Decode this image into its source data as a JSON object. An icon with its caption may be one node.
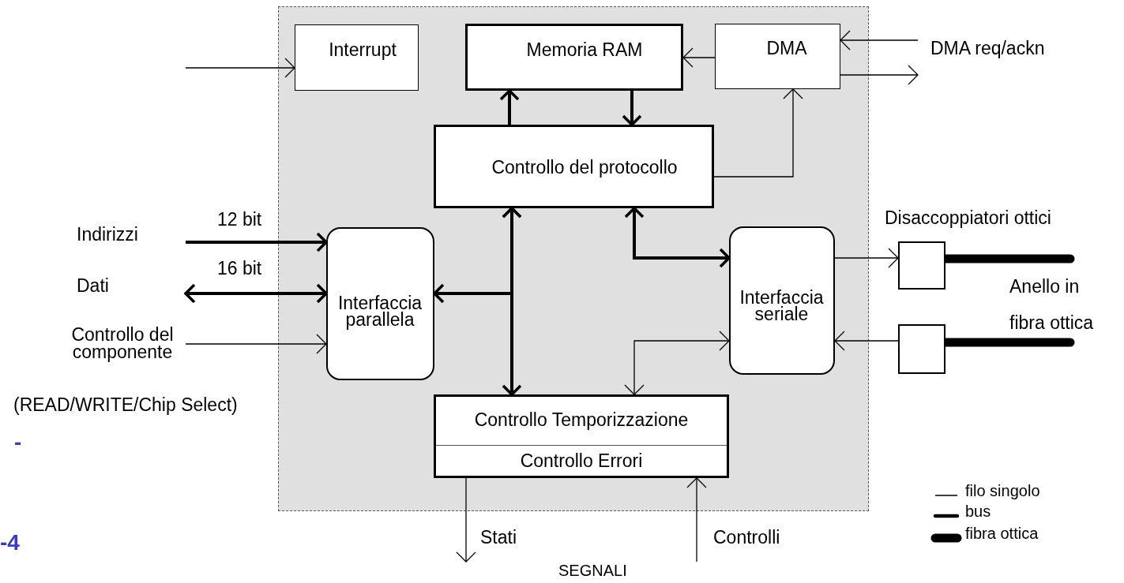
{
  "diagram": {
    "nodes": [
      {
        "text": [],
        "shape": "box"
      },
      {
        "text": [
          "Interrupt"
        ],
        "in": 0
      },
      {
        "text": [
          "Memoria RAM"
        ],
        "in": 0
      },
      {
        "text": [
          "DMA"
        ],
        "in": 0
      },
      {
        "text": [
          "Controllo del protocollo"
        ],
        "in": 0
      },
      {
        "text": [
          "Interfaccia parallela"
        ],
        "in": 0
      },
      {
        "text": [
          "Interfaccia seriale"
        ],
        "in": 0
      },
      {
        "text": [
          "Controllo Temporizzazione",
          "Controllo  Errori"
        ],
        "in": 0
      },
      {
        "text": [],
        "shape": "box"
      },
      {
        "text": [],
        "shape": "box"
      }
    ],
    "edges": [
      {
        "from": null,
        "to": 1,
        "arrow": "to"
      },
      {
        "from": 3,
        "to": 2,
        "arrow": "to"
      },
      {
        "from": null,
        "to": 3,
        "arrow": "to"
      },
      {
        "from": 3,
        "to": null,
        "arrow": "to"
      },
      {
        "from": 4,
        "to": 2,
        "arrow": "to",
        "style": "thick"
      },
      {
        "from": 2,
        "to": 4,
        "arrow": "to",
        "style": "thick"
      },
      {
        "from": 4,
        "to": 3,
        "arrow": "to"
      },
      {
        "from": null,
        "to": 5,
        "arrow": "to",
        "style": "thick",
        "label": "12 bit"
      },
      {
        "from": null,
        "to": 5,
        "arrow": "both",
        "style": "thick",
        "label": "16 bit"
      },
      {
        "from": null,
        "to": 5,
        "arrow": "to"
      },
      {
        "from": 4,
        "to": 7,
        "arrow": "both",
        "style": "thick"
      },
      {
        "from": 4,
        "to": 5,
        "arrow": "both",
        "style": "thick"
      },
      {
        "from": 4,
        "to": 6,
        "arrow": "both",
        "style": "thick"
      },
      {
        "from": 7,
        "to": 6,
        "arrow": "both"
      },
      {
        "from": 6,
        "to": 8,
        "arrow": "to"
      },
      {
        "from": 9,
        "to": 6,
        "arrow": "to"
      },
      {
        "from": 8,
        "to": null,
        "arrow": "none",
        "style": "thick"
      },
      {
        "from": 9,
        "to": null,
        "arrow": "none",
        "style": "thick"
      },
      {
        "from": 7,
        "to": null,
        "arrow": "to",
        "label": "Stati"
      },
      {
        "from": null,
        "to": 7,
        "arrow": "to",
        "label": "Controlli"
      }
    ],
    "labels": [
      "DMA req/ackn",
      "Indirizzi",
      "Dati",
      "Disaccoppiatori ottici",
      "Anello in fibra ottica",
      "Controllo del componente",
      "(READ/WRITE/Chip Select)",
      "-",
      "SEGNALI",
      "-4"
    ],
    "legend": [
      {
        "text": "filo singolo"
      },
      {
        "text": "bus"
      },
      {
        "text": "fibra ottica"
      }
    ]
  }
}
